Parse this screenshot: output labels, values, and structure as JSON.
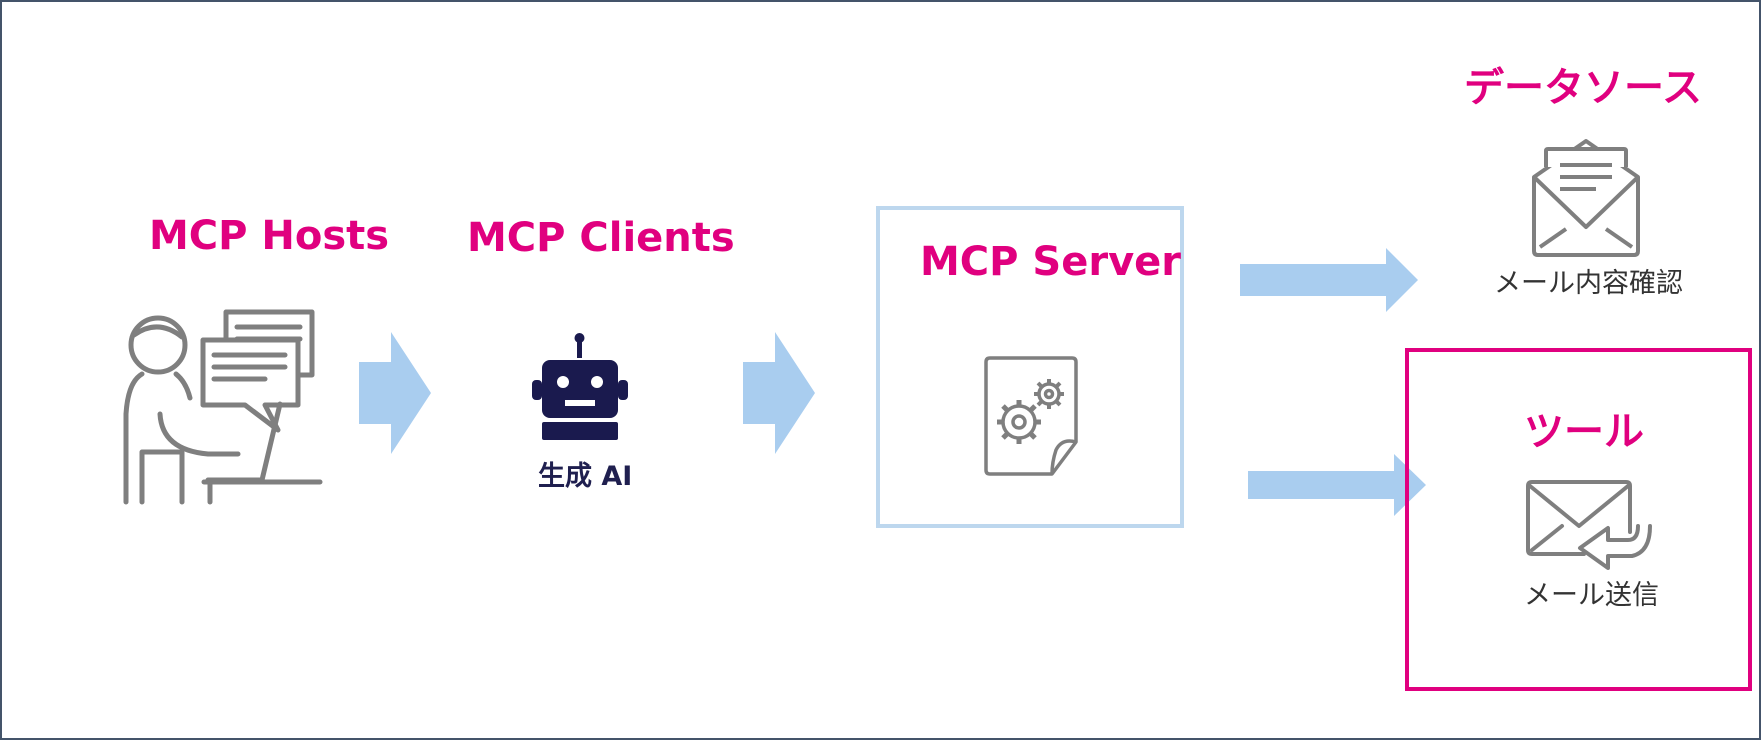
{
  "diagram": {
    "hosts": {
      "label": "MCP Hosts"
    },
    "clients": {
      "label": "MCP Clients",
      "ai_label": "生成 AI"
    },
    "server": {
      "label": "MCP Server"
    },
    "datasource": {
      "label": "データソース",
      "item_label": "メール内容確認"
    },
    "tool": {
      "label": "ツール",
      "item_label": "メール送信"
    }
  },
  "colors": {
    "accent": "#e0007f",
    "arrow": "#a9cdef",
    "server_border": "#bdd7ee",
    "icon_gray": "#7f7f7f",
    "robot": "#1a1a4e",
    "frame": "#44546a"
  }
}
